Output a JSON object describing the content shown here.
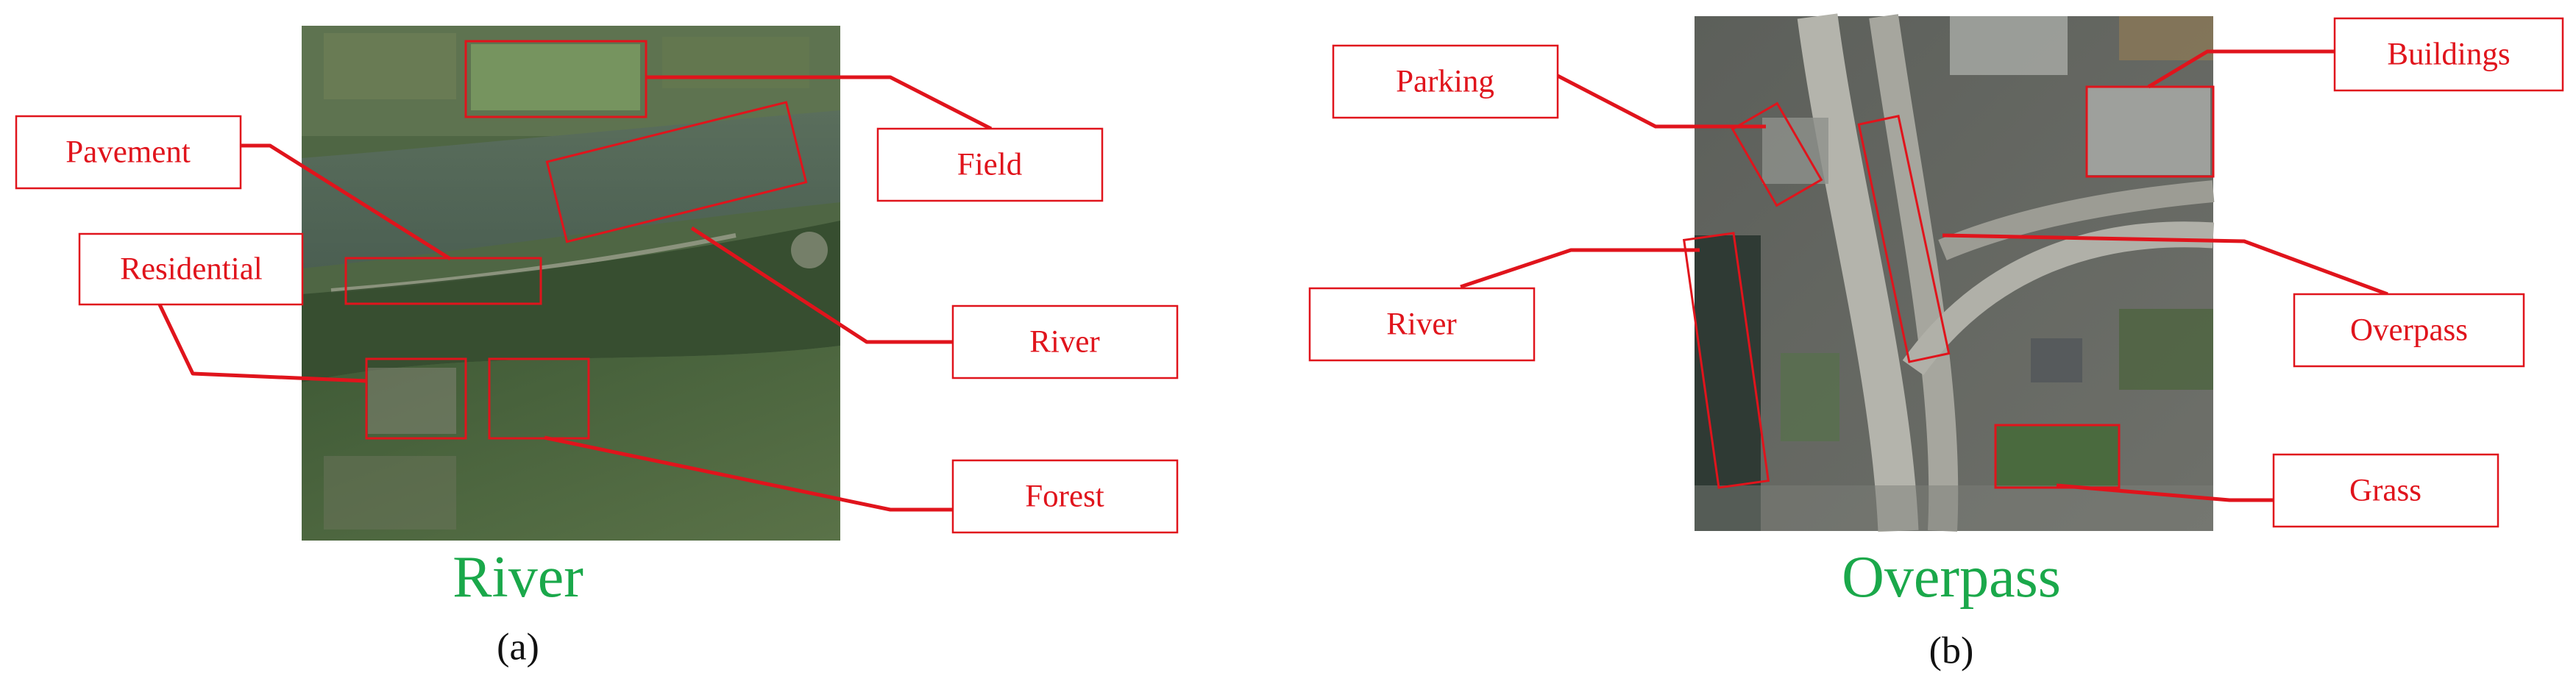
{
  "panels": [
    {
      "class_label": "River",
      "caption": "(a)",
      "annotations": [
        "Field",
        "Pavement",
        "Residential",
        "River",
        "Forest"
      ]
    },
    {
      "class_label": "Overpass",
      "caption": "(b)",
      "annotations": [
        "Parking",
        "Buildings",
        "River",
        "Overpass",
        "Grass"
      ]
    }
  ],
  "colors": {
    "annotation": "#e0141c",
    "class_label": "#1aa84a",
    "caption": "#111111"
  }
}
